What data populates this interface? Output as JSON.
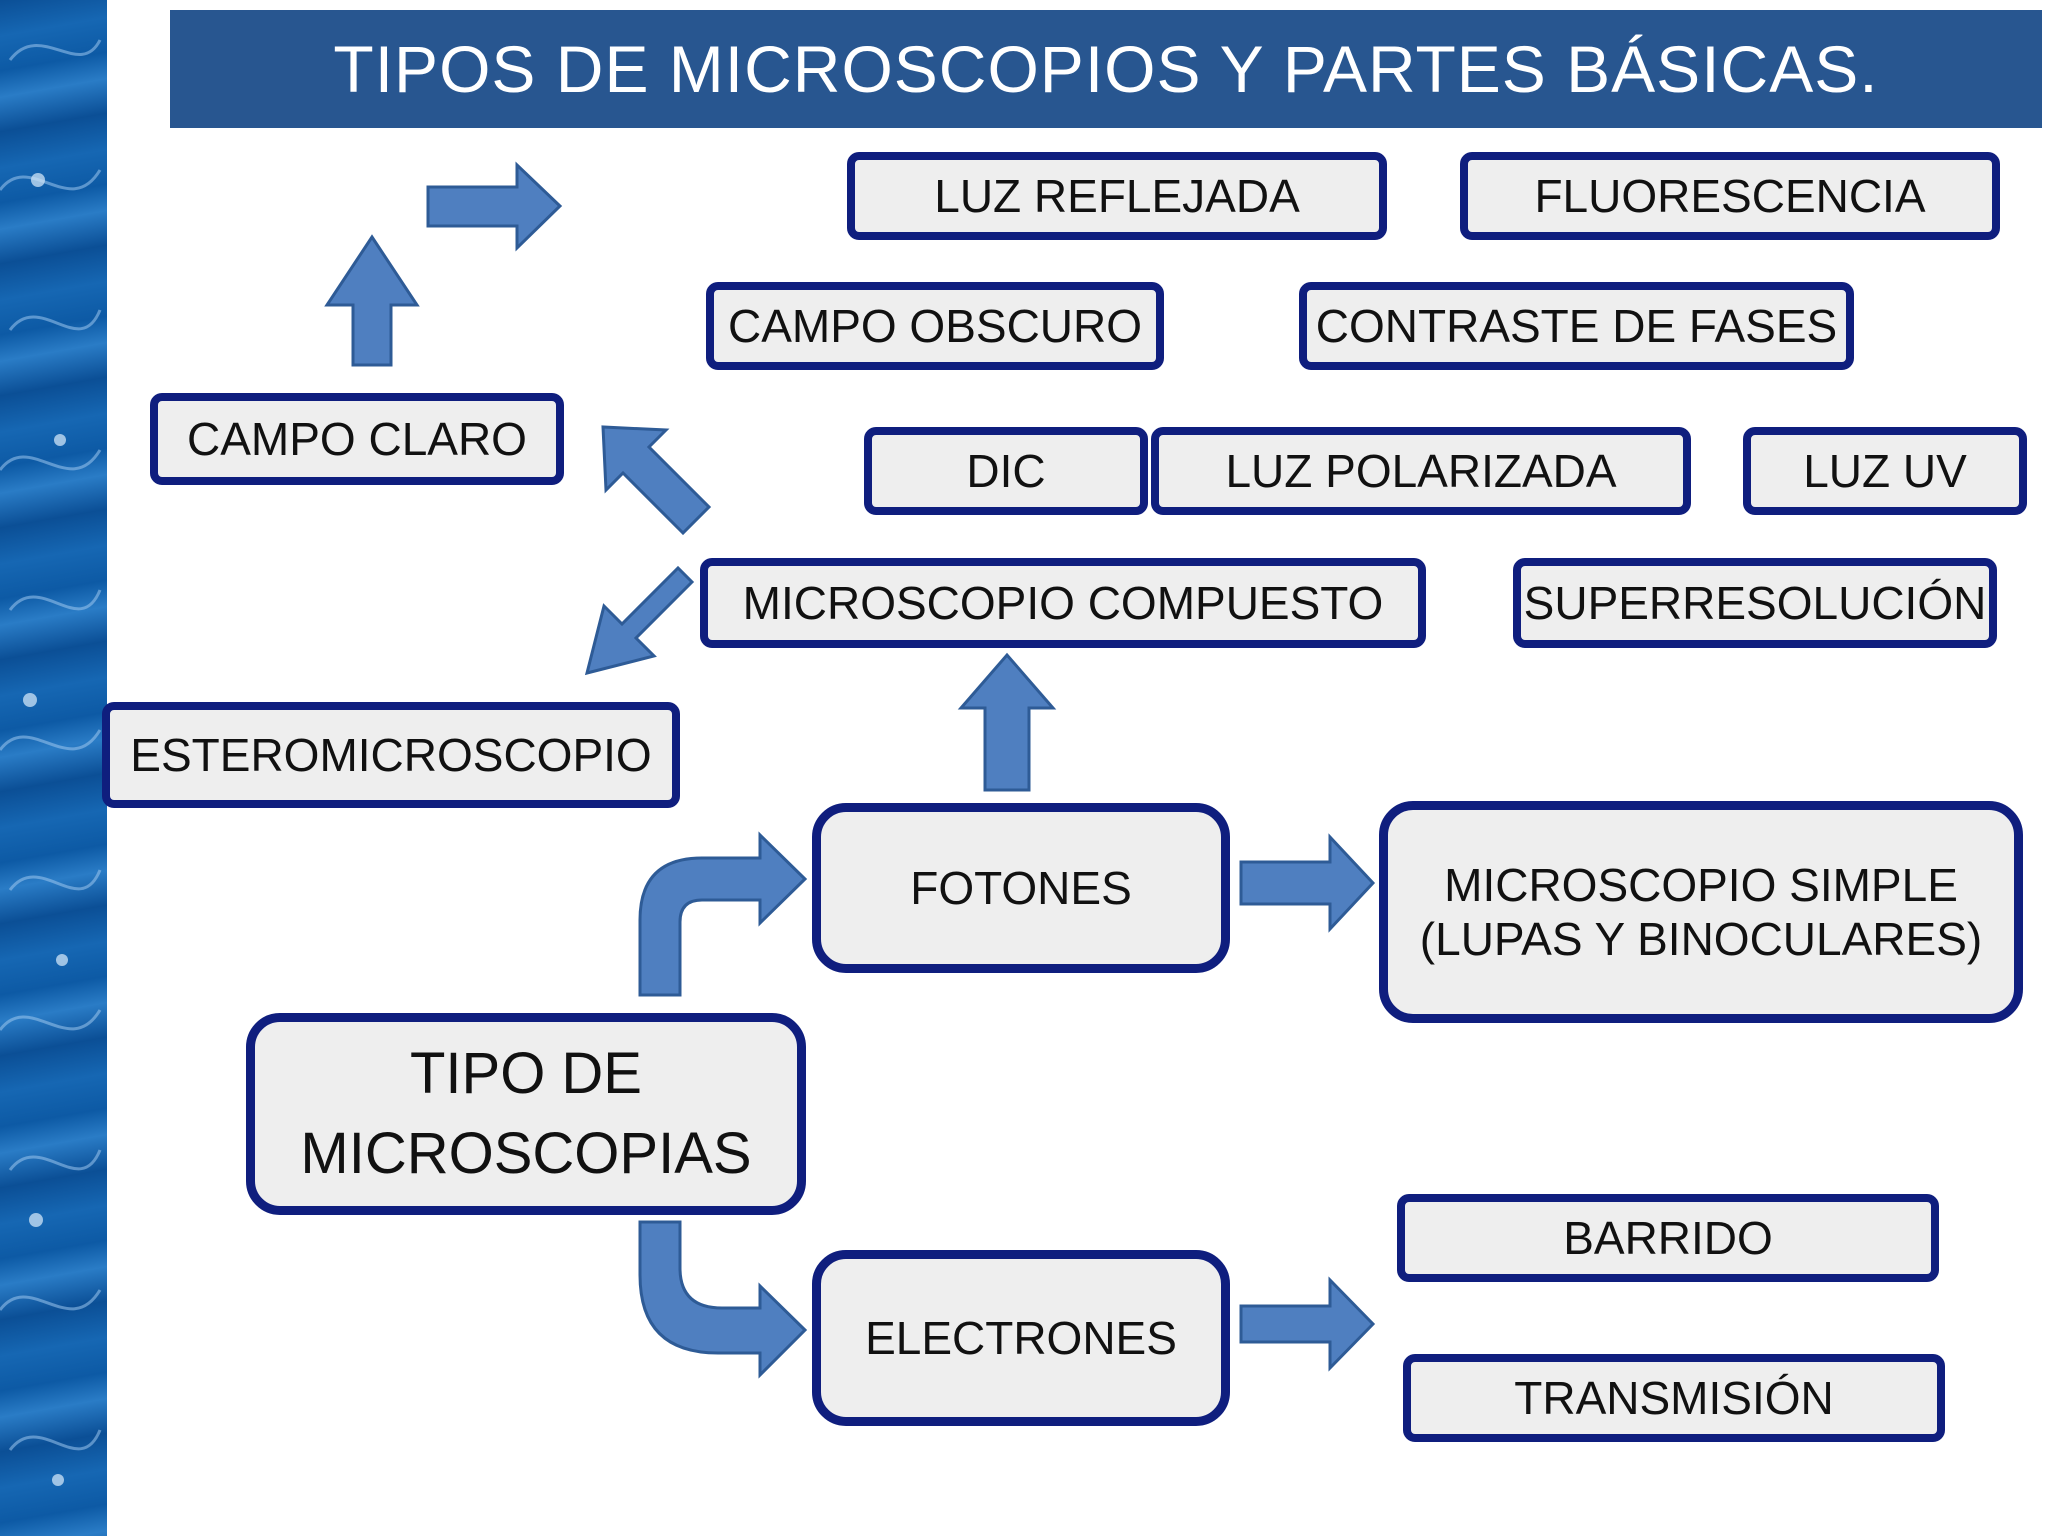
{
  "title": "TIPOS DE MICROSCOPIOS Y PARTES BÁSICAS.",
  "colors": {
    "title_bg": "#285690",
    "box_border": "#0f1e7e",
    "arrow_fill": "#4f7fc0",
    "band": "#0b4f96"
  },
  "nodes": {
    "tipo": [
      "TIPO DE",
      "MICROSCOPIAS"
    ],
    "fotones": "FOTONES",
    "electrones": "ELECTRONES",
    "simple": [
      "MICROSCOPIO SIMPLE",
      "(LUPAS Y BINOCULARES)"
    ],
    "compuesto": "MICROSCOPIO COMPUESTO",
    "estero": "ESTEROMICROSCOPIO",
    "campo_claro": "CAMPO CLARO",
    "barrido": "BARRIDO",
    "transmision": "TRANSMISIÓN",
    "techniques": {
      "luz_reflejada": "LUZ REFLEJADA",
      "fluorescencia": "FLUORESCENCIA",
      "campo_obscuro": "CAMPO OBSCURO",
      "contraste_fases": "CONTRASTE DE FASES",
      "dic": "DIC",
      "luz_polarizada": "LUZ POLARIZADA",
      "luz_uv": "LUZ UV",
      "superresolucion": "SUPERRESOLUCIÓN"
    }
  }
}
